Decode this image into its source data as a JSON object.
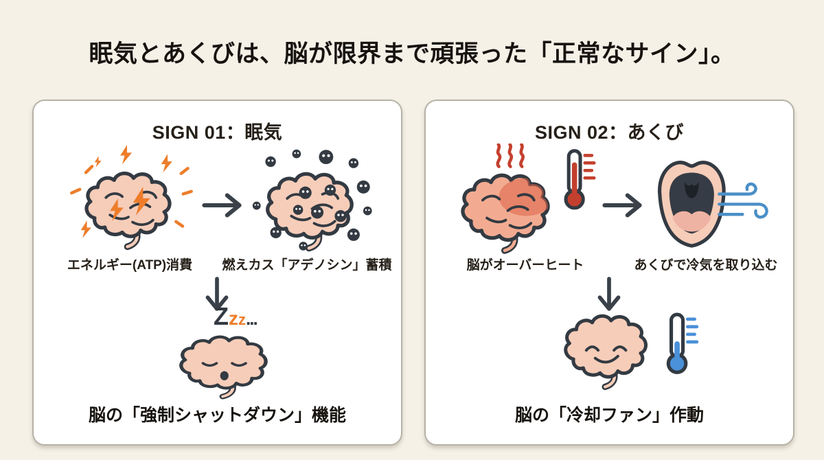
{
  "page": {
    "title": "眠気とあくびは、脳が限界まで頑張った「正常なサイン」。"
  },
  "colors": {
    "background": "#f5f1e7",
    "card": "#ffffff",
    "outline": "#333a42",
    "text": "#221c17",
    "brain_pink": "#f6cdb9",
    "brain_hot": "#f2ab91",
    "accent_orange": "#ed7d2b",
    "heat_red": "#c4402e",
    "cool_blue": "#4a90d9",
    "wind_blue": "#4a8fc7"
  },
  "left": {
    "header": "SIGN 01：眠気",
    "label1": "エネルギー(ATP)消費",
    "label2": "燃えカス「アデノシン」蓄積",
    "zzz": [
      "Z",
      "z",
      "z",
      "..."
    ],
    "footer": "脳の「強制シャットダウン」機能",
    "icons": [
      "brain-energy-icon",
      "arrow-right-icon",
      "brain-adenosine-icon",
      "arrow-down-icon",
      "brain-sleeping-icon"
    ]
  },
  "right": {
    "header": "SIGN 02：あくび",
    "label1": "脳がオーバーヒート",
    "label2": "あくびで冷気を取り込む",
    "footer": "脳の「冷却ファン」作動",
    "icons": [
      "brain-overheat-icon",
      "thermometer-hot-icon",
      "arrow-right-icon",
      "yawning-mouth-icon",
      "arrow-down-icon",
      "brain-cool-icon",
      "thermometer-cool-icon"
    ]
  }
}
